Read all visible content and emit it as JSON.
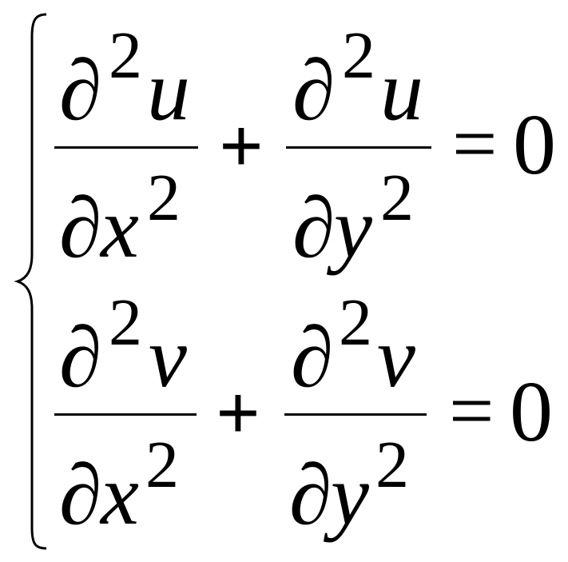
{
  "equations": [
    {
      "term1": {
        "num_partial": "∂",
        "num_power": "2",
        "num_var": "u",
        "den_partial": "∂",
        "den_var": "x",
        "den_power": "2"
      },
      "plus": "+",
      "term2": {
        "num_partial": "∂",
        "num_power": "2",
        "num_var": "u",
        "den_partial": "∂",
        "den_var": "y",
        "den_power": "2"
      },
      "equals": "=",
      "rhs": "0"
    },
    {
      "term1": {
        "num_partial": "∂",
        "num_power": "2",
        "num_var": "v",
        "den_partial": "∂",
        "den_var": "x",
        "den_power": "2"
      },
      "plus": "+",
      "term2": {
        "num_partial": "∂",
        "num_power": "2",
        "num_var": "v",
        "den_partial": "∂",
        "den_var": "y",
        "den_power": "2"
      },
      "equals": "=",
      "rhs": "0"
    }
  ]
}
